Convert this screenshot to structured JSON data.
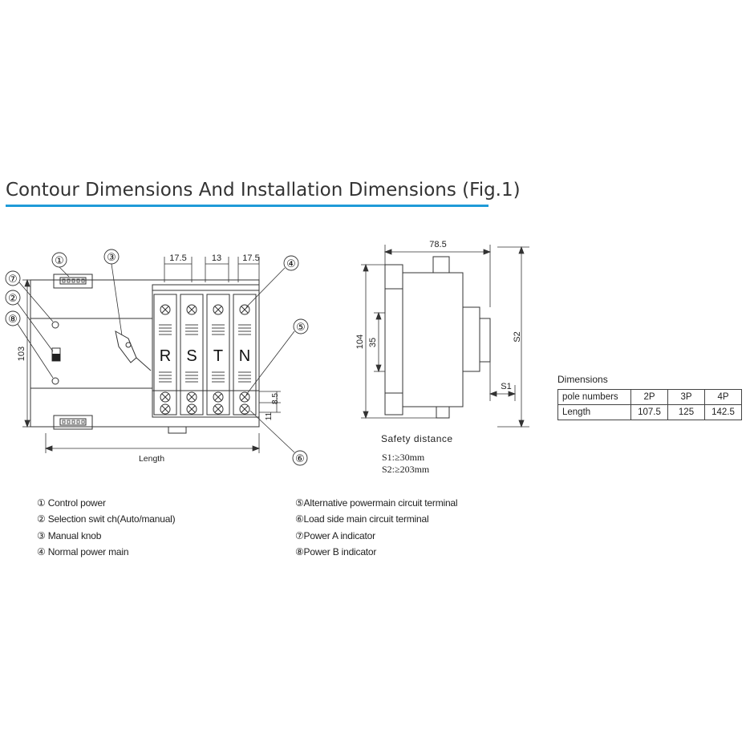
{
  "title": "Contour Dimensions And Installation Dimensions (Fig.1)",
  "colors": {
    "rule": "#1f9bd8",
    "line": "#333333"
  },
  "front": {
    "dim_17_5_left": "17.5",
    "dim_13": "13",
    "dim_17_5_right": "17.5",
    "dim_103": "103",
    "dim_8_5": "8.5",
    "dim_11": "11",
    "length_label": "Length",
    "poles": [
      "R",
      "S",
      "T",
      "N"
    ],
    "callouts": [
      "①",
      "③",
      "④",
      "⑦",
      "②",
      "⑧",
      "⑤",
      "⑥"
    ]
  },
  "side": {
    "dim_78_5": "78.5",
    "dim_104": "104",
    "dim_35": "35",
    "dim_S2": "S2",
    "dim_S1": "S1",
    "safety_title": "Safety distance",
    "s1": "S1:≥30mm",
    "s2": "S2:≥203mm"
  },
  "table": {
    "caption": "Dimensions",
    "header": [
      "pole numbers",
      "2P",
      "3P",
      "4P"
    ],
    "row": [
      "Length",
      "107.5",
      "125",
      "142.5"
    ]
  },
  "legend_left": [
    "① Control power",
    "② Selection swit ch(Auto/manual)",
    "③ Manual knob",
    "④ Normal power main"
  ],
  "legend_right": [
    "⑤Alternative powermain circuit terminal",
    "⑥Load side main circuit terminal",
    "⑦Power A indicator",
    "⑧Power B indicator"
  ]
}
